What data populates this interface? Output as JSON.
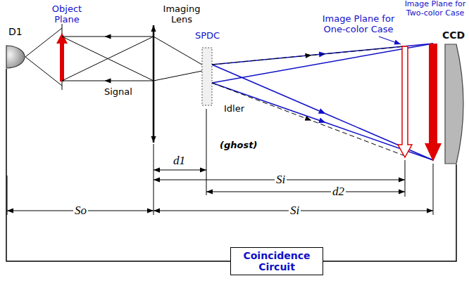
{
  "diagram": {
    "nodes": [
      {
        "text": [
          "D1"
        ]
      },
      {
        "text": [
          "CCD"
        ]
      },
      {
        "text": [
          "Coincidence Circuit"
        ]
      }
    ],
    "edges": [
      {
        "from": 0,
        "to": 2,
        "arrow": "none"
      },
      {
        "from": 1,
        "to": 2,
        "arrow": "none"
      }
    ],
    "labels": [
      "Object Plane",
      "Imaging Lens",
      "SPDC",
      "Image Plane for One-color Case",
      "Image Plane for Two-color Case",
      "Signal",
      "Idler",
      "(ghost)",
      "d1",
      "Si",
      "d2",
      "Si",
      "So"
    ]
  }
}
